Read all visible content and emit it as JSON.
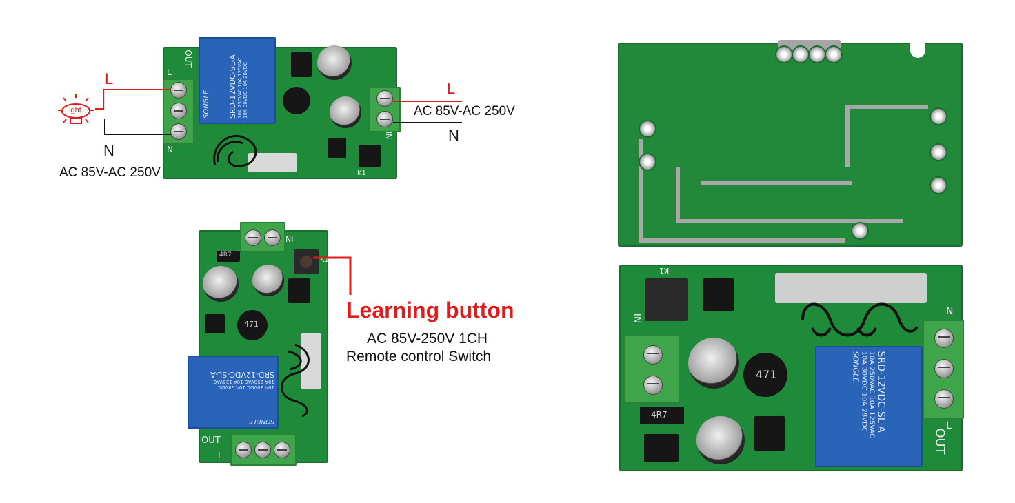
{
  "wiring_diagram": {
    "light_label": "Light",
    "live_left": "L",
    "neutral_left": "N",
    "voltage_left": "AC 85V-AC 250V",
    "live_right": "L",
    "neutral_right": "N",
    "voltage_right": "AC 85V-AC 250V",
    "colors": {
      "live": "#e01b1b",
      "neutral": "#111111"
    }
  },
  "board_top": {
    "silk_out": "OUT",
    "silk_l": "L",
    "silk_n": "N",
    "silk_in": "IN",
    "silk_k1": "K1",
    "relay_brand": "SONGLE",
    "relay_model": "SRD-12VDC-SL-A",
    "relay_rating_1": "10A 250VAC  10A 125VAC",
    "relay_rating_2": "10A 30VDC  10A 28VDC"
  },
  "board_middle": {
    "silk_out": "OUT",
    "silk_l": "L",
    "silk_in": "IN",
    "silk_k1": "K1",
    "resistor_code": "4R7",
    "inductor_code": "471",
    "relay_brand": "SONGLE",
    "relay_model": "SRD-12VDC-SL-A",
    "relay_rating_1": "10A 250VAC  10A 125VAC",
    "relay_rating_2": "10A 30VDC  10A 28VDC",
    "learning_button_label": "Learning button",
    "product_title": "AC 85V-250V 1CH",
    "product_subtitle": "Remote control Switch",
    "accent_color": "#e01b1b"
  },
  "board_back": {
    "description_label": ""
  },
  "board_right": {
    "silk_out": "OUT",
    "silk_l": "L",
    "silk_n": "N",
    "silk_in": "IN",
    "silk_k1": "K1",
    "resistor_code": "4R7",
    "inductor_code": "471",
    "relay_brand": "SONGLE",
    "relay_model": "SRD-12VDC-SL-A",
    "relay_rating_1": "10A 250VAC  10A 125VAC",
    "relay_rating_2": "10A 30VDC  10A 28VDC"
  }
}
